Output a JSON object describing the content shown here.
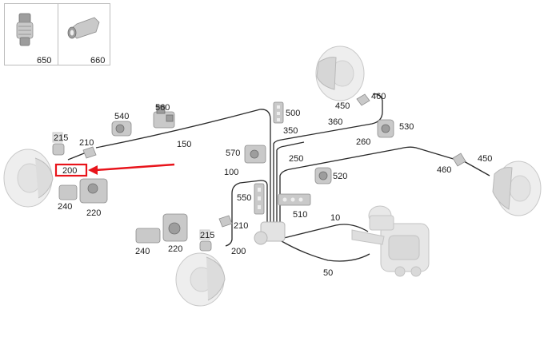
{
  "inset": {
    "items": [
      {
        "label": "650",
        "icon": "threaded-plug-icon"
      },
      {
        "label": "660",
        "icon": "hex-sleeve-icon"
      }
    ]
  },
  "labels": {
    "l10": "10",
    "l50": "50",
    "l100": "100",
    "l150": "150",
    "l200_highlight": "200",
    "l200": "200",
    "l210a": "210",
    "l210b": "210",
    "l215a": "215",
    "l215b": "215",
    "l220a": "220",
    "l220b": "220",
    "l240a": "240",
    "l240b": "240",
    "l250": "250",
    "l260": "260",
    "l350": "350",
    "l360": "360",
    "l450a": "450",
    "l450b": "450",
    "l460a": "460",
    "l460b": "460",
    "l500": "500",
    "l510": "510",
    "l520": "520",
    "l530": "530",
    "l540": "540",
    "l550": "550",
    "l560": "560",
    "l570": "570"
  },
  "colors": {
    "highlight": "#e8141b",
    "pipe": "#2a2a2a",
    "part": "#c9c9c9",
    "disc": "#eeeeee"
  }
}
